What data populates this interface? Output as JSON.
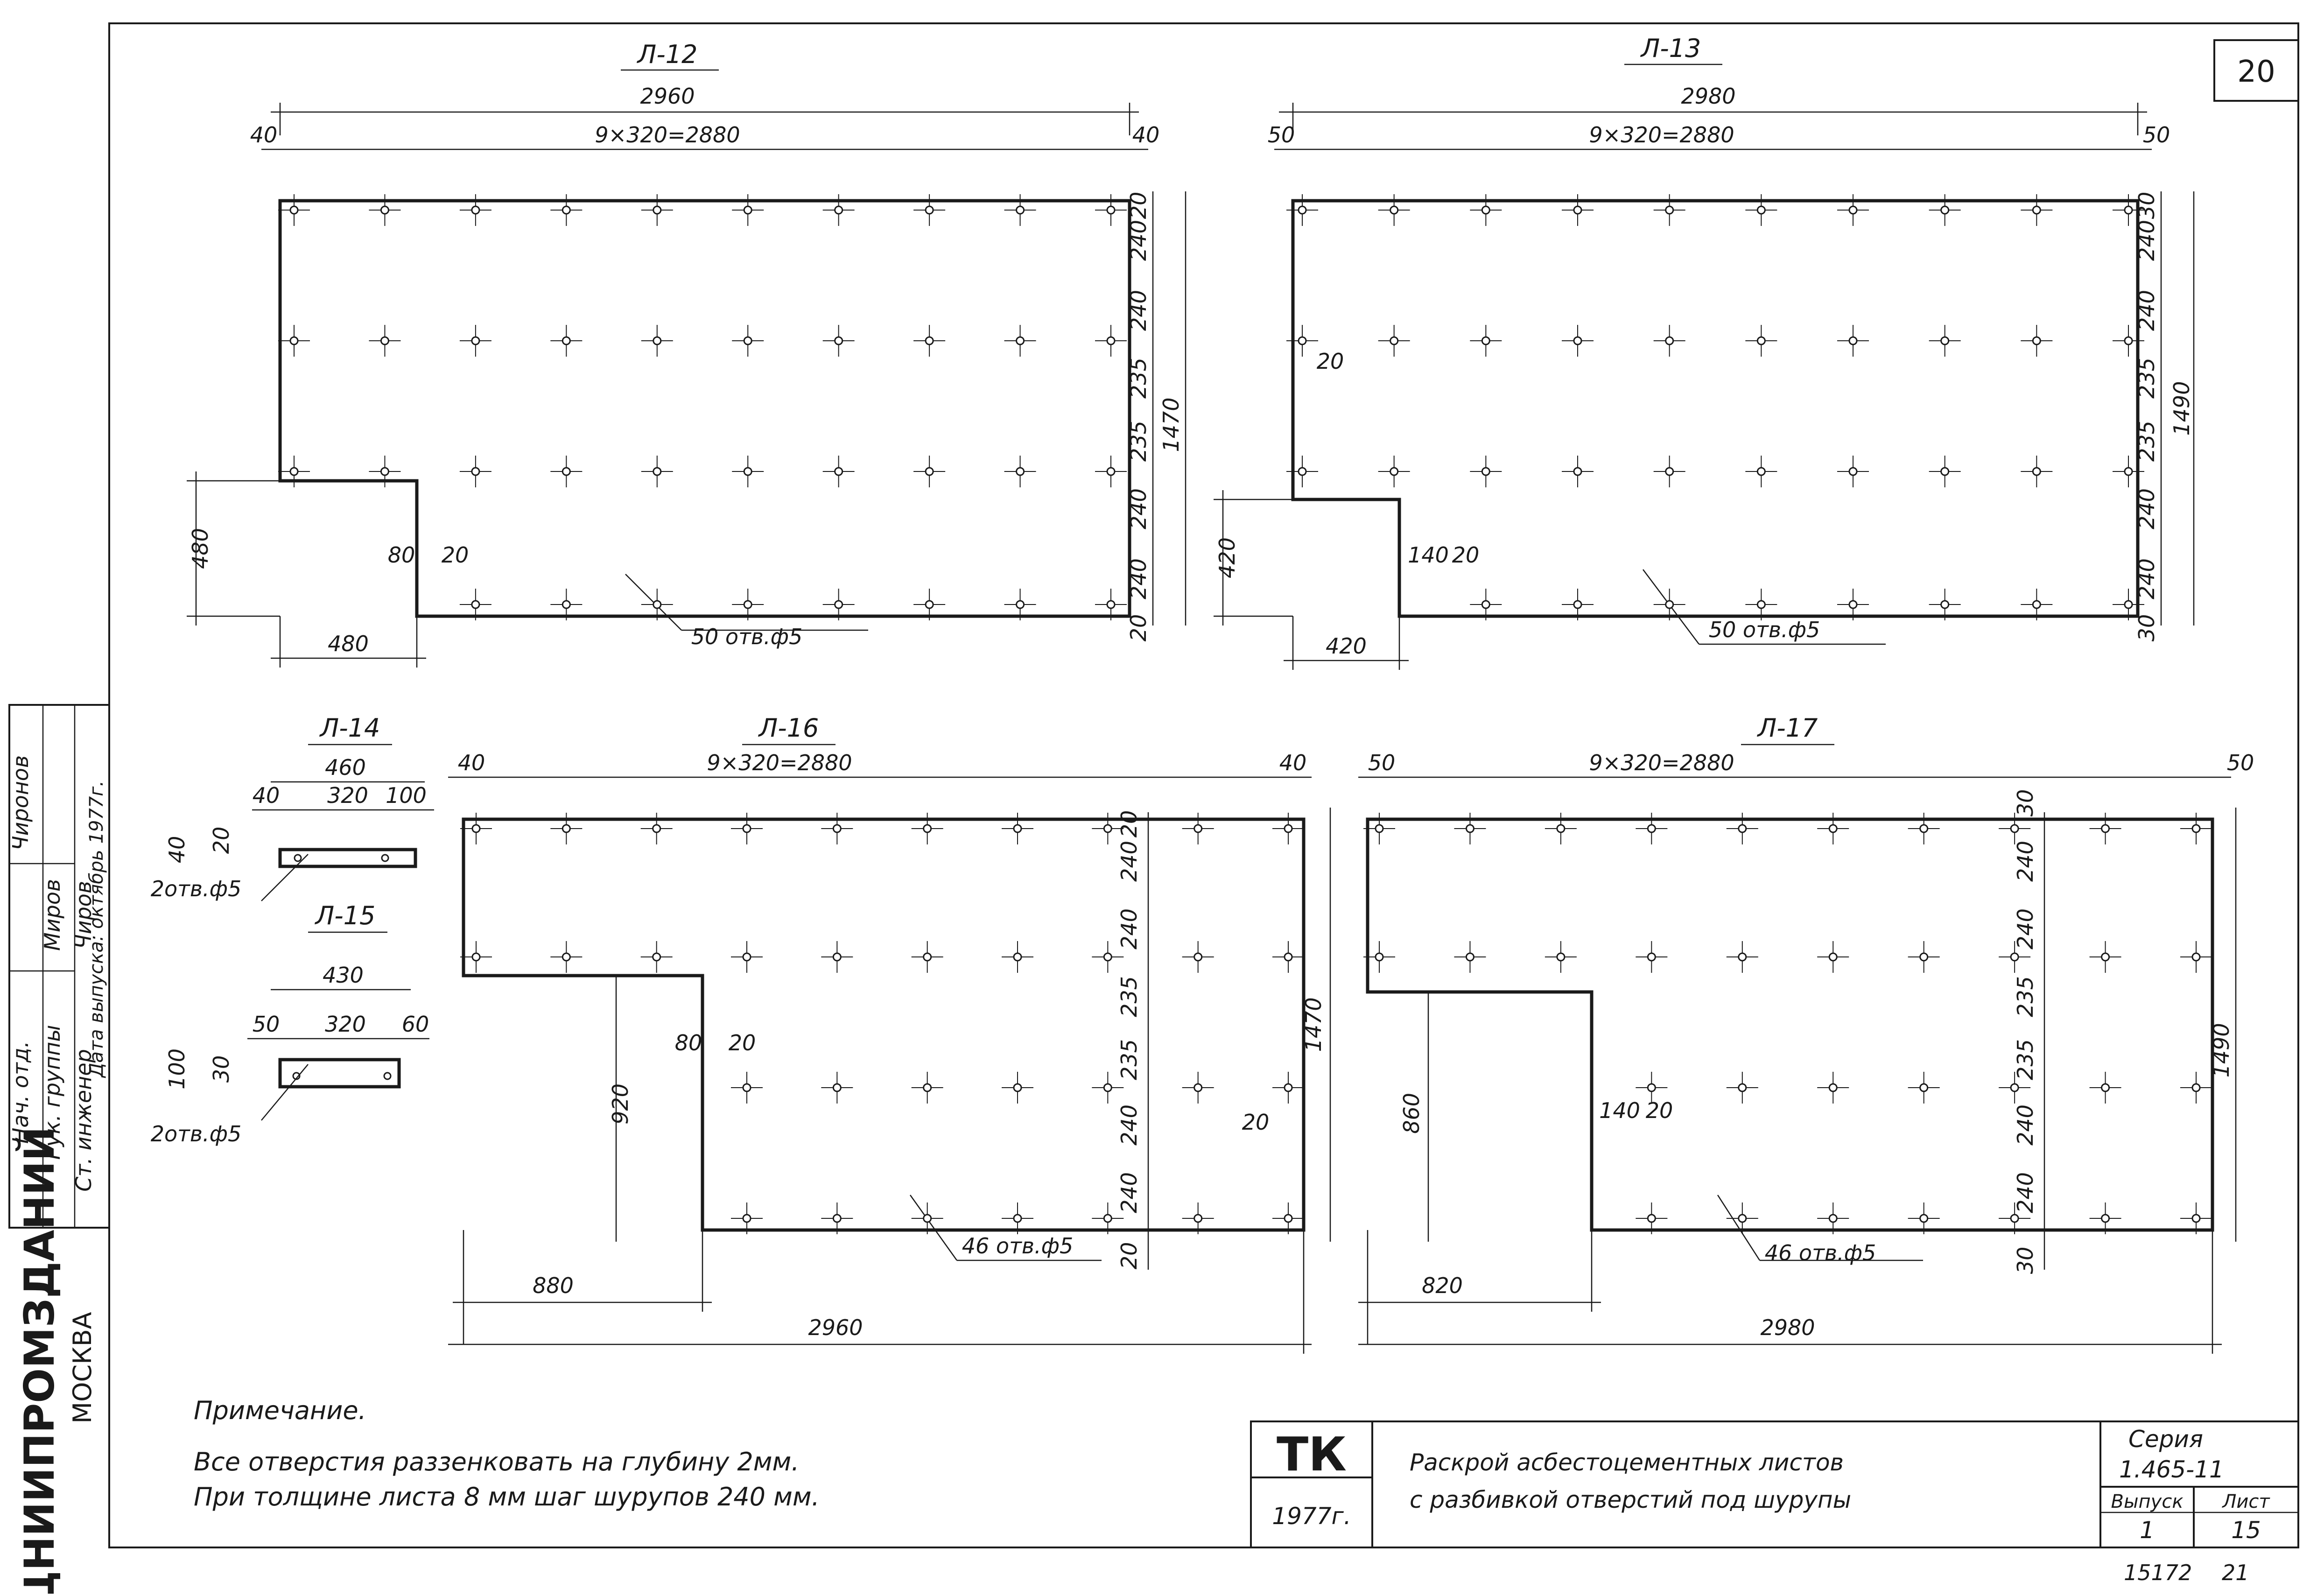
{
  "sheet": {
    "sheet_no": "20",
    "footer_num_left": "15172",
    "footer_num_right": "21"
  },
  "panels": [
    {
      "id": "L12",
      "label": "Л-12",
      "total_width": "2960",
      "span": "9×320=2880",
      "edge_left": "40",
      "edge_right": "40",
      "height": "1470",
      "rows": [
        "20",
        "240",
        "240",
        "235",
        "235",
        "240",
        "240",
        "20"
      ],
      "cut_w": "480",
      "cut_h": "480",
      "small_a": "80",
      "small_b": "20",
      "holes": "50 отв.ф5"
    },
    {
      "id": "L13",
      "label": "Л-13",
      "total_width": "2980",
      "span": "9×320=2880",
      "edge_left": "50",
      "edge_right": "50",
      "height": "1490",
      "rows": [
        "30",
        "240",
        "240",
        "235",
        "235",
        "240",
        "240",
        "30"
      ],
      "cut_w": "420",
      "cut_h": "420",
      "small_a": "140",
      "small_b": "20",
      "side_small": "20",
      "holes": "50 отв.ф5"
    },
    {
      "id": "L16",
      "label": "Л-16",
      "total_width": "2960",
      "span": "9×320=2880",
      "edge_left": "40",
      "edge_right": "40",
      "height": "1470",
      "rows": [
        "20",
        "240",
        "240",
        "235",
        "235",
        "240",
        "240",
        "20"
      ],
      "cut_w": "880",
      "cut_h": "920",
      "small_a": "80",
      "small_b": "20",
      "side_small": "20",
      "holes": "46 отв.ф5"
    },
    {
      "id": "L17",
      "label": "Л-17",
      "total_width": "2980",
      "span": "9×320=2880",
      "edge_left": "50",
      "edge_right": "50",
      "height": "1490",
      "rows": [
        "30",
        "240",
        "240",
        "235",
        "235",
        "240",
        "240",
        "30"
      ],
      "cut_w": "820",
      "cut_h": "860",
      "small_a": "140",
      "small_b": "20",
      "holes": "46 отв.ф5"
    }
  ],
  "strips": [
    {
      "id": "L14",
      "label": "Л-14",
      "total": "460",
      "left": "40",
      "mid": "320",
      "right": "100",
      "h": "40",
      "h2": "20",
      "holes": "2отв.ф5"
    },
    {
      "id": "L15",
      "label": "Л-15",
      "total": "430",
      "left": "50",
      "mid": "320",
      "right": "60",
      "h": "100",
      "h2": "30",
      "holes": "2отв.ф5"
    }
  ],
  "notes": {
    "heading": "Примечание.",
    "line1": "Все отверстия раззенковать на глубину 2мм.",
    "line2": "При толщине листа 8 мм шаг шурупов 240 мм."
  },
  "title_block": {
    "code": "ТК",
    "year": "1977г.",
    "title1": "Раскрой асбестоцементных листов",
    "title2": "с разбивкой отверстий под шурупы",
    "series_label": "Серия",
    "series_value": "1.465-11",
    "issue_label": "Выпуск",
    "issue_value": "1",
    "sheet_label": "Лист",
    "sheet_value": "15"
  },
  "side_stamp": {
    "org": "ЦНИИПРОМЗДАНИЙ",
    "city": "МОСКВА",
    "row1": "Рук. группы",
    "name1": "Миров",
    "row2": "Ст. инженер",
    "name2": "Чиров",
    "date": "Дата выпуска: октябрь 1977г.",
    "top_cut": "Нач. отд.",
    "name3": "Чиронов"
  }
}
